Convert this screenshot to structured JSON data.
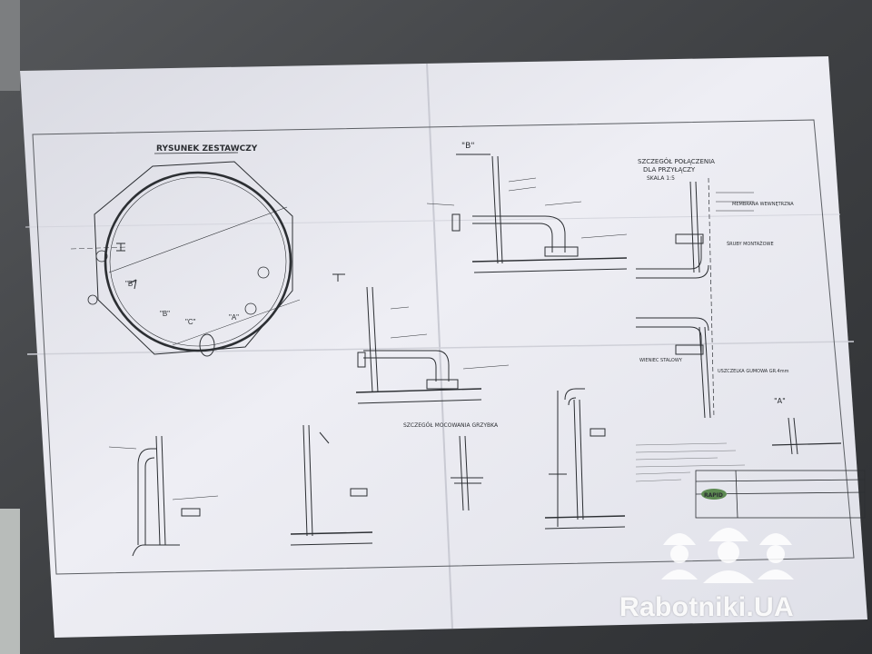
{
  "drawing": {
    "title": "RYSUNEK ZESTAWCZY",
    "detail_b_label": "\"B\"",
    "connection_title_line1": "SZCZEGÓŁ POŁĄCZENIA",
    "connection_title_line2": "DLA PRZYŁĄCZY",
    "connection_scale": "SKALA 1:5",
    "membrane_label": "MEMBRANA WEWNĘTRZNA",
    "bolts_label": "ŚRUBY MONTAŻOWE",
    "concrete_label": "WIENIEC STALOWY",
    "seal_label": "USZCZELKA GUMOWA GR.4mm",
    "bottom_detail_title": "SZCZEGÓŁ MOCOWANIA GRZYBKA",
    "detail_a_label": "\"A\"",
    "title_block_logo": "RAPID"
  },
  "watermark": {
    "text": "Rabotniki.UA",
    "icon": "worker-helmet-icon"
  },
  "colors": {
    "background": "#3c3e40",
    "paper": "#e9e9ef",
    "ink": "#2c2f33",
    "watermark": "#ffffff"
  }
}
